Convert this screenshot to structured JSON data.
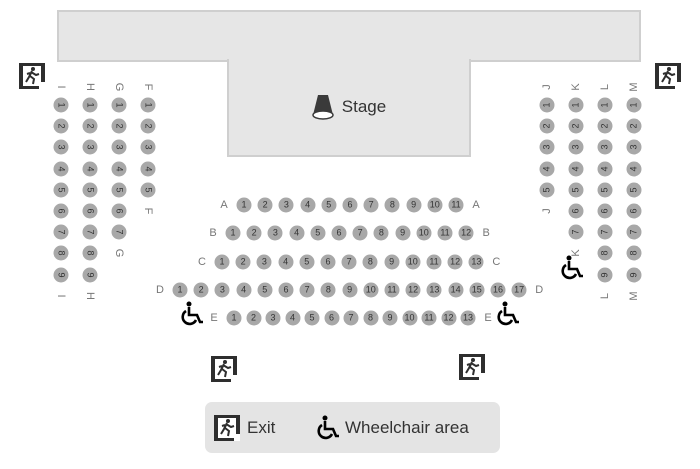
{
  "stage": {
    "label": "Stage",
    "icon": "spotlight-icon"
  },
  "legend": {
    "exit_label": "Exit",
    "wheelchair_label": "Wheelchair area"
  },
  "colors": {
    "seat": "#a8a8a8",
    "stage": "#e6e6e6",
    "legend_bg": "#e4e4e4"
  },
  "left_section": [
    {
      "row": "I",
      "seats": 9
    },
    {
      "row": "H",
      "seats": 9
    },
    {
      "row": "G",
      "seats": 7
    },
    {
      "row": "F",
      "seats": 5
    }
  ],
  "right_section": [
    {
      "row": "J",
      "seats": 5
    },
    {
      "row": "K",
      "seats": 7
    },
    {
      "row": "L",
      "seats": 9
    },
    {
      "row": "M",
      "seats": 9
    }
  ],
  "center_section": [
    {
      "row": "A",
      "seats": 11
    },
    {
      "row": "B",
      "seats": 12
    },
    {
      "row": "C",
      "seats": 13
    },
    {
      "row": "D",
      "seats": 17
    },
    {
      "row": "E",
      "seats": 13
    }
  ]
}
